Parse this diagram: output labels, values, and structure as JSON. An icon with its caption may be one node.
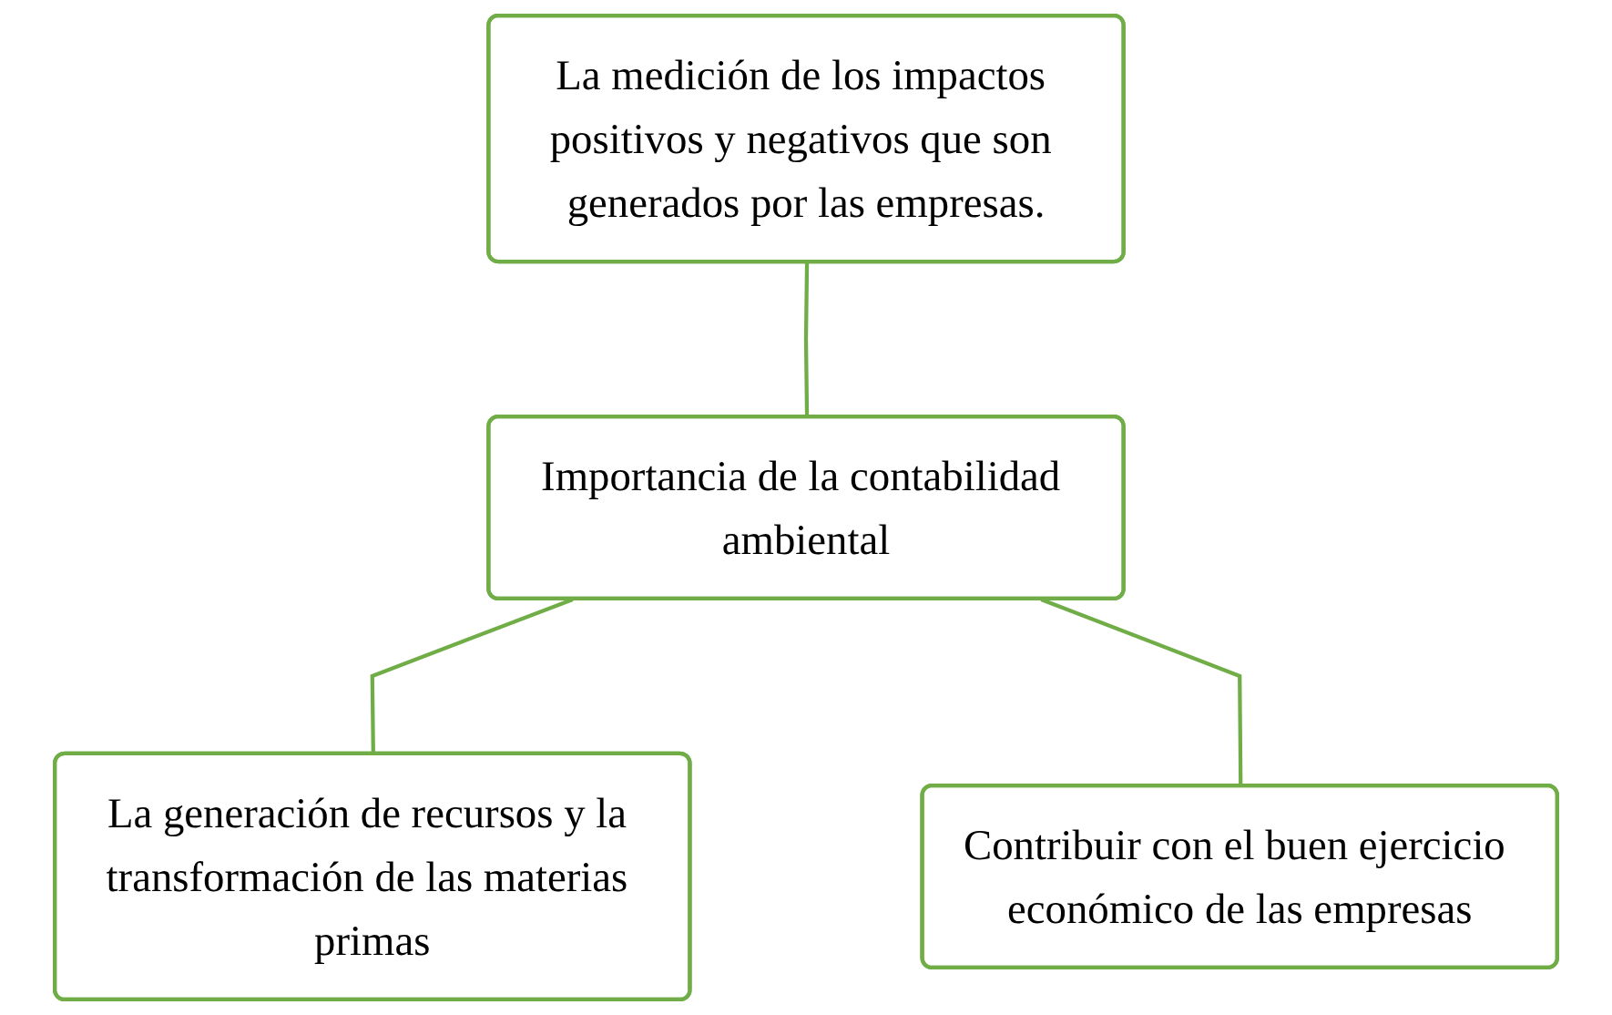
{
  "diagram": {
    "nodes": [
      {
        "text": [
          "La medición de los impactos positivos y negativos que son generados por las empresas."
        ]
      },
      {
        "text": [
          "Importancia de la contabilidad ambiental"
        ]
      },
      {
        "text": [
          "La generación de recursos y la transformación de las materias primas"
        ]
      },
      {
        "text": [
          "Contribuir con el buen ejercicio económico de las empresas"
        ]
      }
    ],
    "edges": [
      {
        "from": 0,
        "to": 1,
        "arrow": "none"
      },
      {
        "from": 1,
        "to": 2,
        "arrow": "none"
      },
      {
        "from": 1,
        "to": 3,
        "arrow": "none"
      }
    ]
  }
}
